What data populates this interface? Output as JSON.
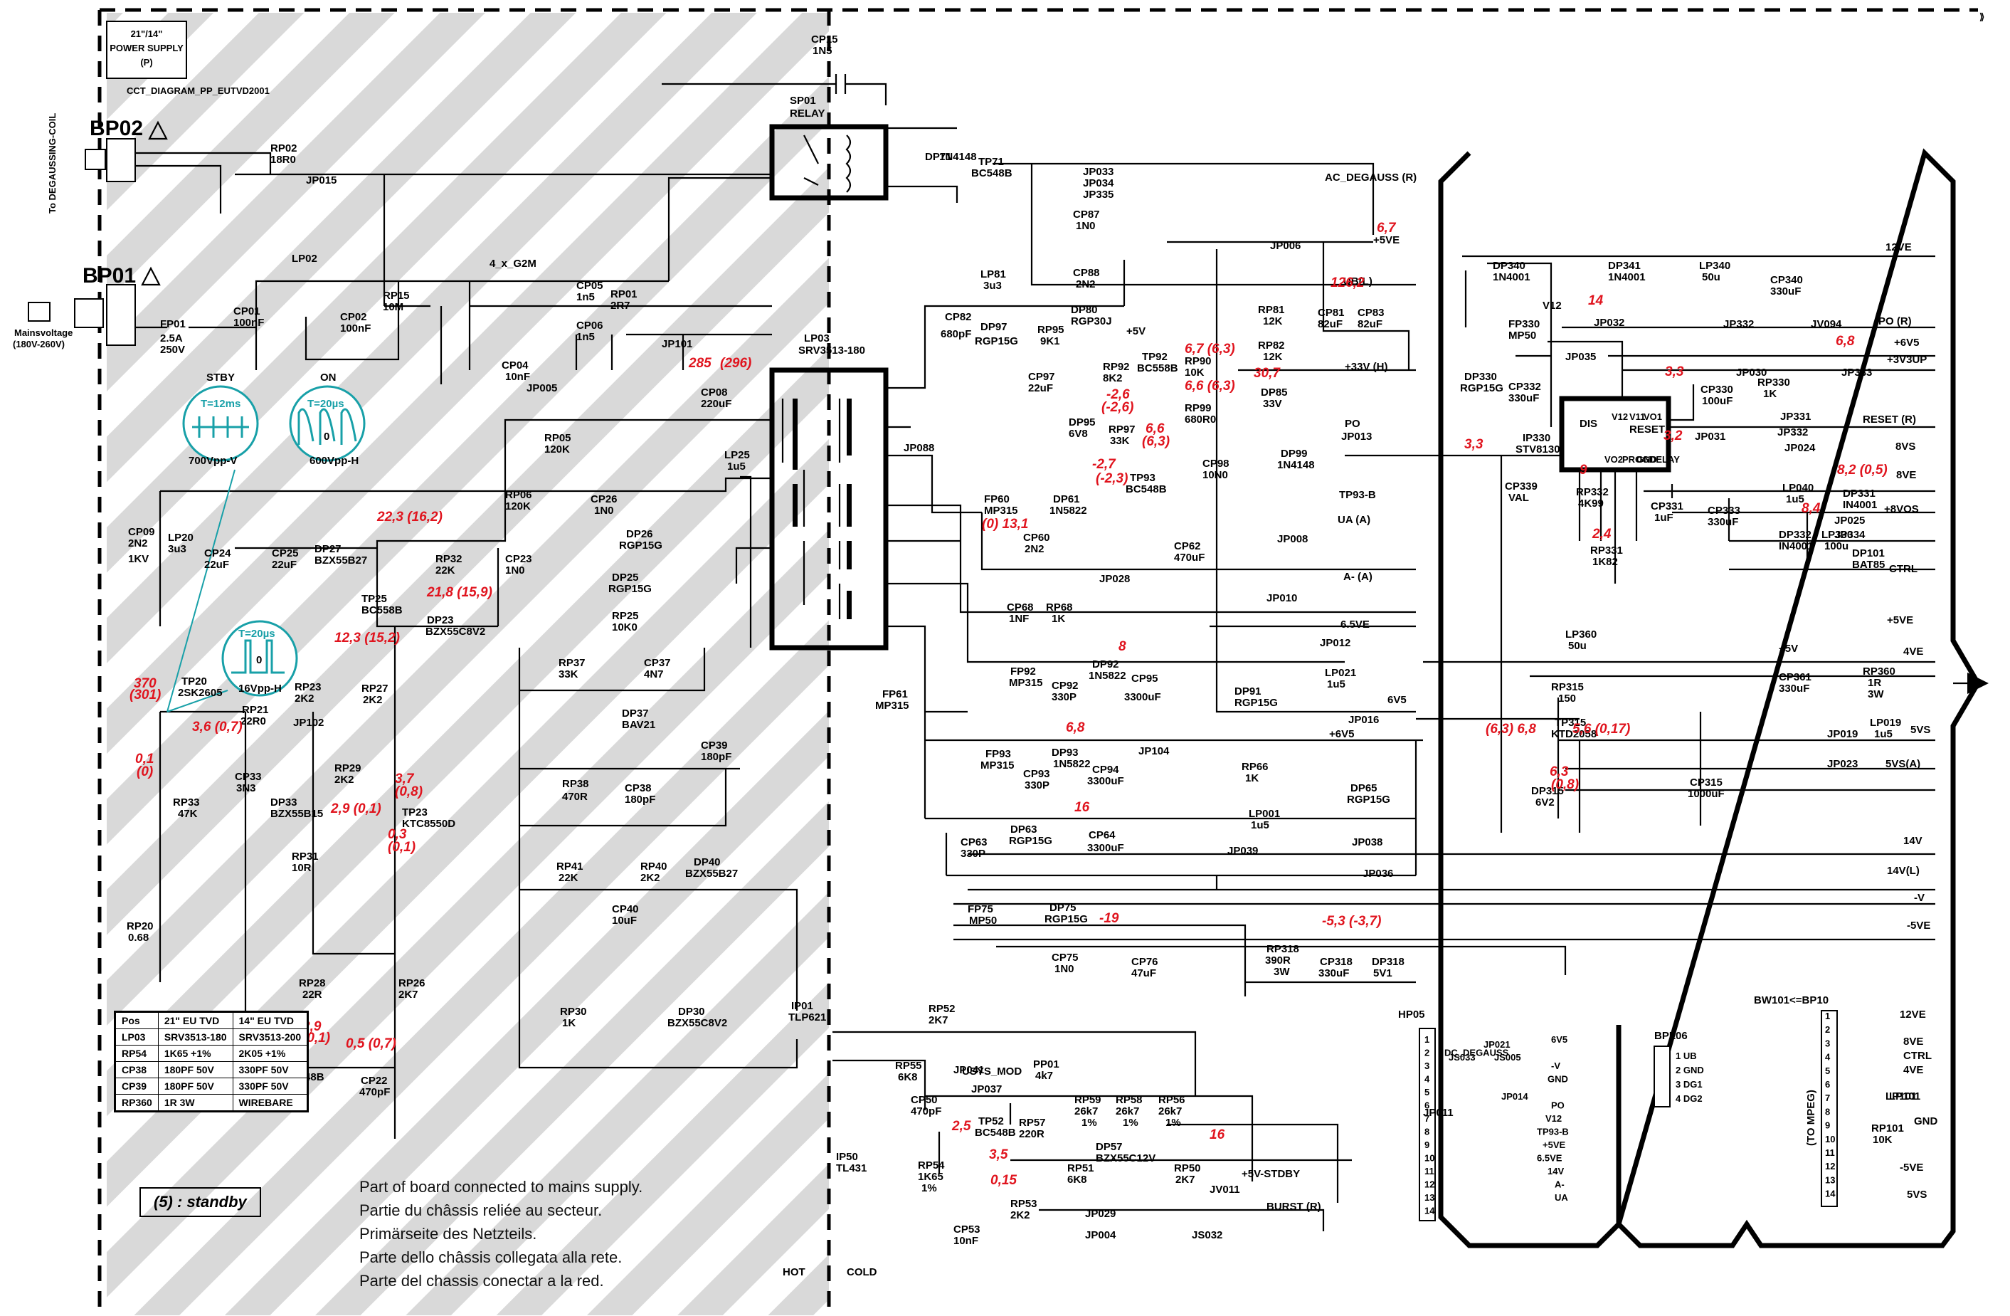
{
  "header": {
    "box_title": "21\"/14\"",
    "box_subtitle": "POWER SUPPLY",
    "box_code": "(P)",
    "diagram_id": "CCT_DIAGRAM_PP_EUTVD2001"
  },
  "connectors": {
    "bp02": "BP02",
    "bp01": "BP01",
    "degauss_label": "To DEGAUSSING-COIL",
    "mains_label": "Mainsvoltage",
    "mains_range": "(180V-260V)"
  },
  "components": {
    "sp01": "SP01",
    "sp01_type": "RELAY",
    "cp15": "CP15",
    "cp15_val": "1N5",
    "rp02": "RP02",
    "rp02_val": "18R0",
    "lp02": "LP02",
    "fp01": "FP01",
    "fp01_a": "2.5A",
    "fp01_v": "250V",
    "cp01": "CP01",
    "cp01_val": "100nF",
    "cp02": "CP02",
    "cp02_val": "100nF",
    "rp15": "RP15",
    "rp15_val": "10M",
    "bridge": "4_x_G2M",
    "cp05": "CP05",
    "cp05_val": "1n5",
    "cp06": "CP06",
    "cp06_val": "1n5",
    "cp04": "CP04",
    "cp04_val": "10nF",
    "rp01": "RP01",
    "rp01_val": "2R7",
    "lp03": "LP03",
    "lp03_type": "SRV3513-180",
    "cp08": "CP08",
    "cp08_val": "220uF",
    "rp05": "RP05",
    "rp05_val": "120K",
    "rp06": "RP06",
    "rp06_val": "120K",
    "cp26": "CP26",
    "cp26_val": "1N0",
    "dp26": "DP26",
    "dp26_type": "RGP15G",
    "dp25": "DP25",
    "dp25_type": "RGP15G",
    "rp25": "RP25",
    "rp25_val": "10K0",
    "cp23": "CP23",
    "cp23_val": "1N0",
    "lp25": "LP25",
    "lp25_val": "1u5",
    "cp09": "CP09",
    "cp09_val": "2N2",
    "cp09_v": "1KV",
    "lp20": "LP20",
    "lp20_val": "3u3",
    "cp24": "CP24",
    "cp24_val": "22uF",
    "cp25": "CP25",
    "cp25_val": "22uF",
    "dp27": "DP27",
    "dp27_type": "BZX55B27",
    "rp32": "RP32",
    "rp32_val": "22K",
    "tp25": "TP25",
    "tp25_type": "BC558B",
    "dp23": "DP23",
    "dp23_type": "BZX55C8V2",
    "tp20": "TP20",
    "tp20_type": "2SK2605",
    "rp21": "RP21",
    "rp21_val": "22R0",
    "rp23": "RP23",
    "rp23_val": "2K2",
    "rp27": "RP27",
    "rp27_val": "2K2",
    "rp33": "RP33",
    "rp33_val": "47K",
    "cp33": "CP33",
    "cp33_val": "3N3",
    "dp33": "DP33",
    "dp33_type": "BZX55B15",
    "rp29": "RP29",
    "rp29_val": "2K2",
    "tp23": "TP23",
    "tp23_type": "KTC8550D",
    "rp31": "RP31",
    "rp31_val": "10R",
    "rp20": "RP20",
    "rp20_val": "0.68",
    "rp28": "RP28",
    "rp28_val": "22R",
    "rp26": "RP26",
    "rp26_val": "2K7",
    "tp22": "TP22",
    "tp22_type": "BC548B",
    "cp22": "CP22",
    "cp22_val": "470pF",
    "rp37": "RP37",
    "rp37_val": "33K",
    "cp37": "CP37",
    "cp37_val": "4N7",
    "dp37": "DP37",
    "dp37_type": "BAV21",
    "cp39": "CP39",
    "cp39_val": "180pF",
    "rp38": "RP38",
    "rp38_val": "470R",
    "cp38": "CP38",
    "cp38_val": "180pF",
    "rp41": "RP41",
    "rp41_val": "22K",
    "rp40": "RP40",
    "rp40_val": "2K2",
    "dp40": "DP40",
    "dp40_type": "BZX55B27",
    "cp40": "CP40",
    "cp40_val": "10uF",
    "rp30": "RP30",
    "rp30_val": "1K",
    "dp30": "DP30",
    "dp30_type": "BZX55C8V2",
    "ip01": "IP01",
    "ip01_type": "TLP621",
    "dp71": "DP71",
    "dp71_type": "1N4148",
    "tp71": "TP71",
    "tp71_type": "BC548B",
    "cp87": "CP87",
    "cp87_val": "1N0",
    "cp88": "CP88",
    "cp88_val": "2N2",
    "dp80": "DP80",
    "dp80_type": "RGP30J",
    "lp81": "LP81",
    "lp81_val": "3u3",
    "cp82": "CP82",
    "cp82_val": "680pF",
    "dp97": "DP97",
    "dp97_type": "RGP15G",
    "rp95": "RP95",
    "rp95_val": "9K1",
    "cp97": "CP97",
    "cp97_val": "22uF",
    "rp92": "RP92",
    "rp92_val": "8K2",
    "dp95": "DP95",
    "dp95_type": "6V8",
    "tp92": "TP92",
    "tp92_type": "BC558B",
    "rp90": "RP90",
    "rp90_val": "10K",
    "rp99": "RP99",
    "rp99_val": "680R0",
    "rp97": "RP97",
    "rp97_val": "33K",
    "tp93": "TP93",
    "tp93_type": "BC548B",
    "cp98": "CP98",
    "cp98_val": "10N0",
    "rp81": "RP81",
    "rp81_val": "12K",
    "rp82": "RP82",
    "rp82_val": "12K",
    "cp81": "CP81",
    "cp81_val": "82uF",
    "cp83": "CP83",
    "cp83_val": "82uF",
    "dp85": "DP85",
    "dp85_type": "33V",
    "dp99": "DP99",
    "dp99_type": "1N4148",
    "fp60": "FP60",
    "fp60_type": "MP315",
    "dp61": "DP61",
    "dp61_type": "1N5822",
    "cp60": "CP60",
    "cp60_val": "2N2",
    "cp62": "CP62",
    "cp62_val": "470uF",
    "cp68": "CP68",
    "cp68_val": "1NF",
    "rp68": "RP68",
    "rp68_val": "1K",
    "fp92": "FP92",
    "fp92_type": "MP315",
    "dp92": "DP92",
    "dp92_type": "1N5822",
    "cp92": "CP92",
    "cp92_val": "330P",
    "cp95": "CP95",
    "cp95_val": "3300uF",
    "fp61": "FP61",
    "fp61_type": "MP315",
    "fp93": "FP93",
    "fp93_type": "MP315",
    "dp93": "DP93",
    "dp93_type": "1N5822",
    "cp93": "CP93",
    "cp93_val": "330P",
    "cp94": "CP94",
    "cp94_val": "3300uF",
    "dp91": "DP91",
    "dp91_type": "RGP15G",
    "rp66": "RP66",
    "rp66_val": "1K",
    "cp63": "CP63",
    "cp63_val": "330P",
    "dp63": "DP63",
    "dp63_type": "RGP15G",
    "cp64": "CP64",
    "cp64_val": "3300uF",
    "dp65": "DP65",
    "dp65_type": "RGP15G",
    "lp001": "LP001",
    "lp001_val": "1u5",
    "lp021": "LP021",
    "lp021_val": "1u5",
    "fp75": "FP75",
    "fp75_type": "MP50",
    "dp75": "DP75",
    "dp75_type": "RGP15G",
    "cp75": "CP75",
    "cp75_val": "1N0",
    "cp76": "CP76",
    "cp76_val": "47uF",
    "rp318": "RP318",
    "rp318_val": "390R",
    "rp318_w": "3W",
    "cp318": "CP318",
    "cp318_val": "330uF",
    "dp318": "DP318",
    "dp318_type": "5V1",
    "rp52": "RP52",
    "rp52_val": "2K7",
    "rp55": "RP55",
    "rp55_val": "6K8",
    "cp50": "CP50",
    "cp50_val": "470pF",
    "pp01": "PP01",
    "pp01_val": "4k7",
    "ip50": "IP50",
    "ip50_type": "TL431",
    "tp52": "TP52",
    "tp52_type": "BC548B",
    "rp57": "RP57",
    "rp57_val": "220R",
    "rp59": "RP59",
    "rp59_val": "26k7",
    "rp59_tol": "1%",
    "rp58": "RP58",
    "rp58_val": "26k7",
    "rp58_tol": "1%",
    "rp56": "RP56",
    "rp56_val": "26k7",
    "rp56_tol": "1%",
    "dp57": "DP57",
    "dp57_type": "BZX55C12V",
    "rp54": "RP54",
    "rp54_val": "1K65",
    "rp54_tol": "1%",
    "rp51": "RP51",
    "rp51_val": "6K8",
    "rp53": "RP53",
    "rp53_val": "2K2",
    "cp53": "CP53",
    "cp53_val": "10nF",
    "rp50": "RP50",
    "rp50_val": "2K7",
    "ip330": "IP330",
    "ip330_type": "STV8130",
    "dp340": "DP340",
    "dp340_type": "1N4001",
    "dp341": "DP341",
    "dp341_type": "1N4001",
    "lp340": "LP340",
    "lp340_val": "50u",
    "cp340": "CP340",
    "cp340_val": "330uF",
    "fp330": "FP330",
    "fp330_type": "MP50",
    "dp330": "DP330",
    "dp330_type": "RGP15G",
    "cp332": "CP332",
    "cp332_val": "330uF",
    "cp330": "CP330",
    "cp330_val": "100uF",
    "rp330": "RP330",
    "rp330_val": "1K",
    "cp339": "CP339",
    "cp339_val": "VAL",
    "rp332": "RP332",
    "rp332_val": "4K99",
    "rp331": "RP331",
    "rp331_val": "1K82",
    "cp331": "CP331",
    "cp331_val": "1uF",
    "cp333": "CP333",
    "cp333_val": "330uF",
    "lp040": "LP040",
    "lp040_val": "1u5",
    "dp331": "DP331",
    "dp331_type": "IN4001",
    "dp332": "DP332",
    "dp332_type": "IN4001",
    "lp330": "LP330",
    "lp330_val": "100u",
    "dp101": "DP101",
    "dp101_type": "BAT85",
    "lp360": "LP360",
    "lp360_val": "50u",
    "cp361": "CP361",
    "cp361_val": "330uF",
    "rp360": "RP360",
    "rp360_val": "1R",
    "rp360_w": "3W",
    "rp315": "RP315",
    "rp315_val": "150",
    "tp315": "TP315",
    "tp315_type": "KTD2058",
    "lp019": "LP019",
    "lp019_val": "1u5",
    "dp315": "DP315",
    "dp315_type": "6V2",
    "cp315": "CP315",
    "cp315_val": "1000uF",
    "lp101": "LP101",
    "rp101": "RP101",
    "rp101_val": "10K"
  },
  "jumpers": {
    "jp015": "JP015",
    "jp005": "JP005",
    "jp101": "JP101",
    "jp102": "JP102",
    "jp033": "JP033",
    "jp034": "JP034",
    "jp335": "JP335",
    "jp006": "JP006",
    "jp088": "JP088",
    "jp013": "JP013",
    "jp008": "JP008",
    "jp028": "JP028",
    "jp010": "JP010",
    "jp012": "JP012",
    "jp104": "JP104",
    "jp016": "JP016",
    "jp038": "JP038",
    "jp039": "JP039",
    "jp036": "JP036",
    "jp041": "JP041",
    "jp037": "JP037",
    "jp029": "JP029",
    "jp004": "JP004",
    "jv011": "JV011",
    "js032": "JS032",
    "jp032": "JP032",
    "jp035": "JP035",
    "jp332": "JP332",
    "jv094": "JV094",
    "jp030": "JP030",
    "jp333": "JP333",
    "jp331": "JP331",
    "jp031": "JP031",
    "jp024": "JP024",
    "jp025": "JP025",
    "jp334": "JP334",
    "jp019": "JP019",
    "jp023": "JP023"
  },
  "rails": {
    "ac_degauss": "AC_DEGAUSS  (R)",
    "plus5ve": "+5VE",
    "ubl": "UB(L)",
    "plus33vh": "+33V  (H)",
    "po": "PO",
    "tp93b": "TP93-B",
    "uaa": "UA  (A)",
    "aminus": "A-  (A)",
    "v65e": "6.5VE",
    "v6v5": "6V5",
    "plus6v5": "+6V5",
    "v14": "14V",
    "v14l": "14V(L)",
    "minus_v": "-V",
    "minus5ve": "-5VE",
    "v12ve": "12VE",
    "v12": "V12",
    "po_r": "PO  (R)",
    "plus6v5_r": "+6V5",
    "plus3v3up": "+3V3UP",
    "reset_r": "RESET  (R)",
    "v8vs": "8VS",
    "v8ve": "8VE",
    "plus8vos": "+8VOS",
    "ctrl": "CTRL",
    "plus5ve_r": "+5VE",
    "v4ve": "4VE",
    "plus5v": "+5V",
    "v5vs": "5VS",
    "v5vs_a": "5VS(A)",
    "usys_mod": "USYS_MOD",
    "plus5v_stdby": "+5V-STDBY",
    "burst": "BURST  (R)",
    "plus5v_top": "+5V",
    "hot": "HOT",
    "cold": "COLD"
  },
  "ic330_pins": [
    "DIS",
    "V12",
    "V11",
    "VO1",
    "RESET",
    "VO2",
    "PROG",
    "GND",
    "DELAY"
  ],
  "waveforms": {
    "stby_label": "STBY",
    "stby_t": "T=12ms",
    "stby_amp": "700Vpp-V",
    "on_label": "ON",
    "on_t": "T=20µs",
    "on_amp": "600Vpp-H",
    "w3_t": "T=20µs",
    "w3_amp": "16Vpp-H",
    "zero": "0"
  },
  "measurements": [
    "6,7",
    "126,2",
    "30,7",
    "6,7 (6,3)",
    "6,6 (6,3)",
    "-2,6",
    "(-2,6)",
    "-2,7",
    "(-2,3)",
    "6,6",
    "(6,3)",
    "285",
    "(296)",
    "22,3 (16,2)",
    "21,8 (15,9)",
    "12,3 (15,2)",
    "370",
    "(301)",
    "3,6 (0,7)",
    "0,1",
    "(0)",
    "3,7",
    "(0,8)",
    "2,9 (0,1)",
    "0,3",
    "(0,1)",
    "2,9",
    "(0,1)",
    "0,5 (0,7)",
    "(0) 13,1",
    "8",
    "6,8",
    "16",
    "-19",
    "-5,3  (-3,7)",
    "2,5",
    "3,5",
    "0,15",
    "16",
    "14",
    "3,3",
    "3,3",
    "3,2",
    "9",
    "6,8",
    "2,4",
    "8,2 (0,5)",
    "8,4",
    "(6,3) 6,8",
    "5,6 (0,17)",
    "6,3",
    "(0,8)"
  ],
  "hp05": {
    "name": "HP05",
    "pins": [
      {
        "n": "1",
        "label": "6V5"
      },
      {
        "n": "2",
        "label": "DC_DEGAUSS"
      },
      {
        "n": "3",
        "label": "-V"
      },
      {
        "n": "4",
        "label": "GND"
      },
      {
        "n": "5",
        "label": ""
      },
      {
        "n": "6",
        "label": "PO"
      },
      {
        "n": "7",
        "label": "V12"
      },
      {
        "n": "8",
        "label": "TP93-B"
      },
      {
        "n": "9",
        "label": "+5VE"
      },
      {
        "n": "10",
        "label": "6.5VE"
      },
      {
        "n": "11",
        "label": "14V"
      },
      {
        "n": "12",
        "label": "A-"
      },
      {
        "n": "13",
        "label": "UA"
      },
      {
        "n": "14",
        "label": ""
      }
    ],
    "jumpers": [
      "JP011",
      "JP021",
      "JS033",
      "JS005",
      "JP014"
    ]
  },
  "bpl06": {
    "name": "BPL06",
    "pins": [
      "1 UB",
      "2 GND",
      "3 DG1",
      "4 DG2"
    ]
  },
  "bw101": {
    "name": "BW101<=BP10",
    "side": "(TO MPEG)",
    "pins": [
      "1",
      "2",
      "3",
      "4",
      "5",
      "6",
      "7",
      "8",
      "9",
      "10",
      "11",
      "12",
      "13",
      "14"
    ],
    "labels": [
      "12VE",
      "8VE",
      "CTRL",
      "4VE",
      "LP101",
      "GND",
      "-5VE",
      "5VS"
    ]
  },
  "variant_table": {
    "headers": [
      "Pos",
      "21\" EU TVD",
      "14\" EU TVD"
    ],
    "rows": [
      [
        "LP03",
        "SRV3513-180",
        "SRV3513-200"
      ],
      [
        "RP54",
        "1K65 +1%",
        "2K05 +1%"
      ],
      [
        "CP38",
        "180PF 50V",
        "330PF 50V"
      ],
      [
        "CP39",
        "180PF 50V",
        "330PF 50V"
      ],
      [
        "RP360",
        "1R 3W",
        "WIREBARE"
      ]
    ]
  },
  "legend": {
    "standby": "(5) : standby",
    "lines": [
      "Part of board connected to mains supply.",
      "Partie du châssis reliée au secteur.",
      "Primärseite des Netzteils.",
      "Parte dello châssis collegata alla rete.",
      "Parte del chassis conectar a la red."
    ]
  },
  "colors": {
    "hatch": "#d9d9d9",
    "measurement": "#e0141e",
    "waveform": "#18a0a8"
  }
}
